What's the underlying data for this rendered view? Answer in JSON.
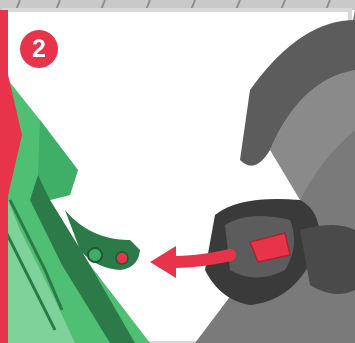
{
  "step": {
    "number": "2"
  },
  "colors": {
    "accent": "#e8344a",
    "green": "#3fae66",
    "green_dark": "#2c7a48",
    "gray": "#5c5c5c",
    "gray_dark": "#3a3a3a",
    "gray_light": "#8a8a8a",
    "border": "#d8d8d8"
  },
  "icons": {
    "badge": "step-number-badge",
    "arrow": "press-direction-arrow",
    "button": "release-button"
  }
}
